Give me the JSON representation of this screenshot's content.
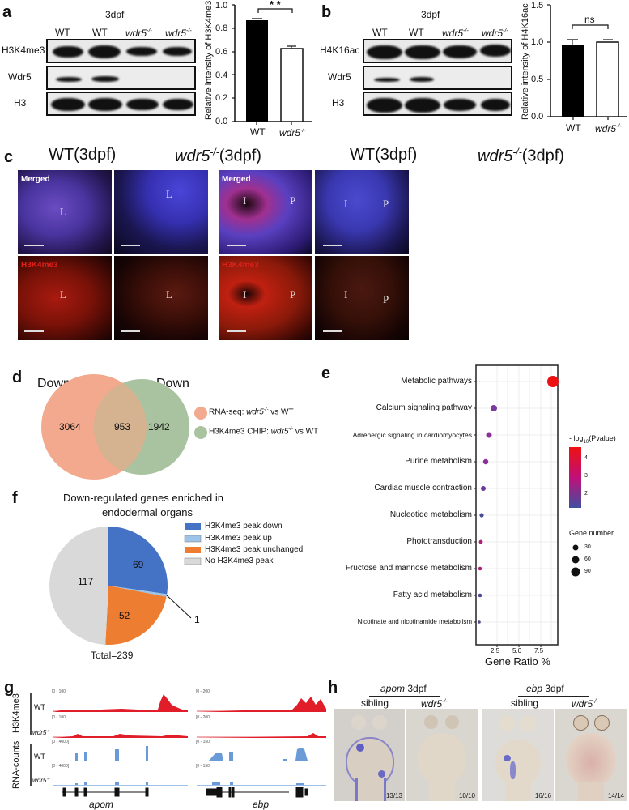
{
  "figure": {
    "panels": [
      "a",
      "b",
      "c",
      "d",
      "e",
      "f",
      "g",
      "h"
    ]
  },
  "panel_a": {
    "label": "a",
    "blot": {
      "timepoint": "3dpf",
      "lanes": [
        "WT",
        "WT",
        "wdr5-/-",
        "wdr5-/-"
      ],
      "rows": [
        "H3K4me3",
        "Wdr5",
        "H3"
      ]
    },
    "bar": {
      "ylabel": "Relative intensity of H3K4me3",
      "yticks": [
        "0.0",
        "0.2",
        "0.4",
        "0.6",
        "0.8",
        "1.0"
      ],
      "categories": [
        "WT",
        "wdr5-/-"
      ],
      "significance": "* *"
    }
  },
  "panel_b": {
    "label": "b",
    "blot": {
      "timepoint": "3dpf",
      "lanes": [
        "WT",
        "WT",
        "wdr5-/-",
        "wdr5-/-"
      ],
      "rows": [
        "H4K16ac",
        "Wdr5",
        "H3"
      ]
    },
    "bar": {
      "ylabel": "Relative intensity of H4K16ac",
      "yticks": [
        "0.0",
        "0.5",
        "1.0",
        "1.5"
      ],
      "categories": [
        "WT",
        "wdr5-/-"
      ],
      "significance": "ns"
    }
  },
  "panel_c": {
    "label": "c",
    "columns": [
      "WT(3dpf)",
      "wdr5-/-(3dpf)",
      "WT(3dpf)",
      "wdr5-/-(3dpf)"
    ],
    "row_labels": {
      "merged": "Merged",
      "h3k4me3": "H3K4me3"
    },
    "organ_labels": {
      "liver": "L",
      "intestine": "I",
      "pancreas": "P"
    }
  },
  "panel_d": {
    "label": "d",
    "set_titles": [
      "Down",
      "Down"
    ],
    "values": {
      "left_only": "3064",
      "overlap": "953",
      "right_only": "1942"
    },
    "legend": [
      {
        "label_pre": "RNA-seq: ",
        "gene": "wdr5",
        "sup": "-/-",
        "label_post": " vs WT",
        "color": "#f2a98e"
      },
      {
        "label_pre": "H3K4me3 CHIP: ",
        "gene": "wdr5",
        "sup": "-/-",
        "label_post": " vs WT",
        "color": "#a9c3a0"
      }
    ]
  },
  "panel_e": {
    "label": "e",
    "xlabel": "Gene Ratio %",
    "xticks": [
      "2.5",
      "5.0",
      "7.5"
    ],
    "color_legend_title": "- log10(Pvalue)",
    "color_ticks": [
      "4",
      "3",
      "2"
    ],
    "size_legend_title": "Gene number",
    "size_ticks": [
      "30",
      "60",
      "90"
    ]
  },
  "panel_f": {
    "label": "f",
    "title_line1": "Down-regulated genes enriched in",
    "title_line2": "endodermal organs",
    "total": "Total=239",
    "callout": "1",
    "legend": [
      {
        "label": "H3K4me3 peak down",
        "color": "#4472c4"
      },
      {
        "label": "H3K4me3 peak up",
        "color": "#9dc3e6"
      },
      {
        "label": "H3K4me3 peak unchanged",
        "color": "#ed7d31"
      },
      {
        "label": "No H3K4me3 peak",
        "color": "#d9d9d9"
      }
    ],
    "slice_labels": [
      "69",
      "52",
      "117"
    ]
  },
  "panel_g": {
    "label": "g",
    "group_labels": [
      "H3K4me3",
      "RNA-counts"
    ],
    "track_labels": [
      "WT",
      "wdr5-/-",
      "WT",
      "wdr5-/-"
    ],
    "genes": [
      {
        "name": "apom",
        "ranges": [
          "[0 - 100]",
          "[0 - 100]",
          "[0 - 4000]",
          "[0 - 4000]"
        ]
      },
      {
        "name": "ebp",
        "ranges": [
          "[0 - 200]",
          "[0 - 200]",
          "[0 - 150]",
          "[0 - 150]"
        ]
      }
    ]
  },
  "panel_h": {
    "label": "h",
    "groups": [
      {
        "gene": "apom",
        "stage": " 3dpf",
        "conditions": [
          "sibling",
          "wdr5-/-"
        ],
        "counts": [
          "13/13",
          "10/10"
        ]
      },
      {
        "gene": "ebp",
        "stage": " 3dpf",
        "conditions": [
          "sibling",
          "wdr5-/-"
        ],
        "counts": [
          "16/16",
          "14/14"
        ]
      }
    ]
  },
  "chart_data": [
    {
      "id": "a-bar",
      "type": "bar",
      "title": "",
      "categories": [
        "WT",
        "wdr5-/-"
      ],
      "values": [
        0.87,
        0.63
      ],
      "errors": [
        0.01,
        0.02
      ],
      "xlabel": "",
      "ylabel": "Relative intensity of H3K4me3",
      "ylim": [
        0,
        1.0
      ],
      "yticks": [
        0.0,
        0.2,
        0.4,
        0.6,
        0.8,
        1.0
      ],
      "annotation": "** (WT vs wdr5-/-)",
      "colors": [
        "#000000",
        "#ffffff"
      ]
    },
    {
      "id": "b-bar",
      "type": "bar",
      "title": "",
      "categories": [
        "WT",
        "wdr5-/-"
      ],
      "values": [
        0.95,
        1.0
      ],
      "errors": [
        0.07,
        0.02
      ],
      "xlabel": "",
      "ylabel": "Relative intensity of H4K16ac",
      "ylim": [
        0,
        1.5
      ],
      "yticks": [
        0.0,
        0.5,
        1.0,
        1.5
      ],
      "annotation": "ns",
      "colors": [
        "#000000",
        "#ffffff"
      ]
    },
    {
      "id": "d-venn",
      "type": "venn",
      "sets": [
        "RNA-seq: wdr5-/- vs WT (Down)",
        "H3K4me3 CHIP: wdr5-/- vs WT (Down)"
      ],
      "regions": {
        "A_only": 3064,
        "A_and_B": 953,
        "B_only": 1942
      }
    },
    {
      "id": "e-dot",
      "type": "scatter",
      "title": "",
      "xlabel": "Gene Ratio %",
      "ylabel": "",
      "xlim": [
        0,
        9.5
      ],
      "xticks": [
        2.5,
        5.0,
        7.5
      ],
      "grid": true,
      "categories": [
        "Metabolic pathways",
        "Calcium signaling pathway",
        "Adrenergic signaling in cardiomyocytes",
        "Purine metabolism",
        "Cardiac muscle contraction",
        "Nucleotide metabolism",
        "Phototransduction",
        "Fructose and mannose metabolism",
        "Fatty acid metabolism",
        "Nicotinate and nicotinamide metabolism"
      ],
      "x": [
        9.0,
        2.0,
        1.5,
        1.1,
        0.9,
        0.7,
        0.6,
        0.5,
        0.5,
        0.4
      ],
      "gene_number": [
        95,
        22,
        17,
        13,
        10,
        8,
        7,
        6,
        6,
        4
      ],
      "neg_log10_pvalue": [
        4.6,
        2.4,
        2.5,
        2.6,
        2.0,
        1.7,
        3.2,
        3.2,
        1.6,
        1.6
      ],
      "color_scale": {
        "low": "#3f4fa0",
        "high": "#ee1111",
        "range": [
          1.3,
          4.7
        ]
      },
      "size_legend": [
        30,
        60,
        90
      ]
    },
    {
      "id": "f-pie",
      "type": "pie",
      "title": "Down-regulated genes enriched in endodermal organs",
      "categories": [
        "H3K4me3 peak down",
        "H3K4me3 peak up",
        "H3K4me3 peak unchanged",
        "No H3K4me3 peak"
      ],
      "values": [
        69,
        1,
        52,
        117
      ],
      "total": 239,
      "colors": [
        "#4472c4",
        "#9dc3e6",
        "#ed7d31",
        "#d9d9d9"
      ]
    }
  ]
}
